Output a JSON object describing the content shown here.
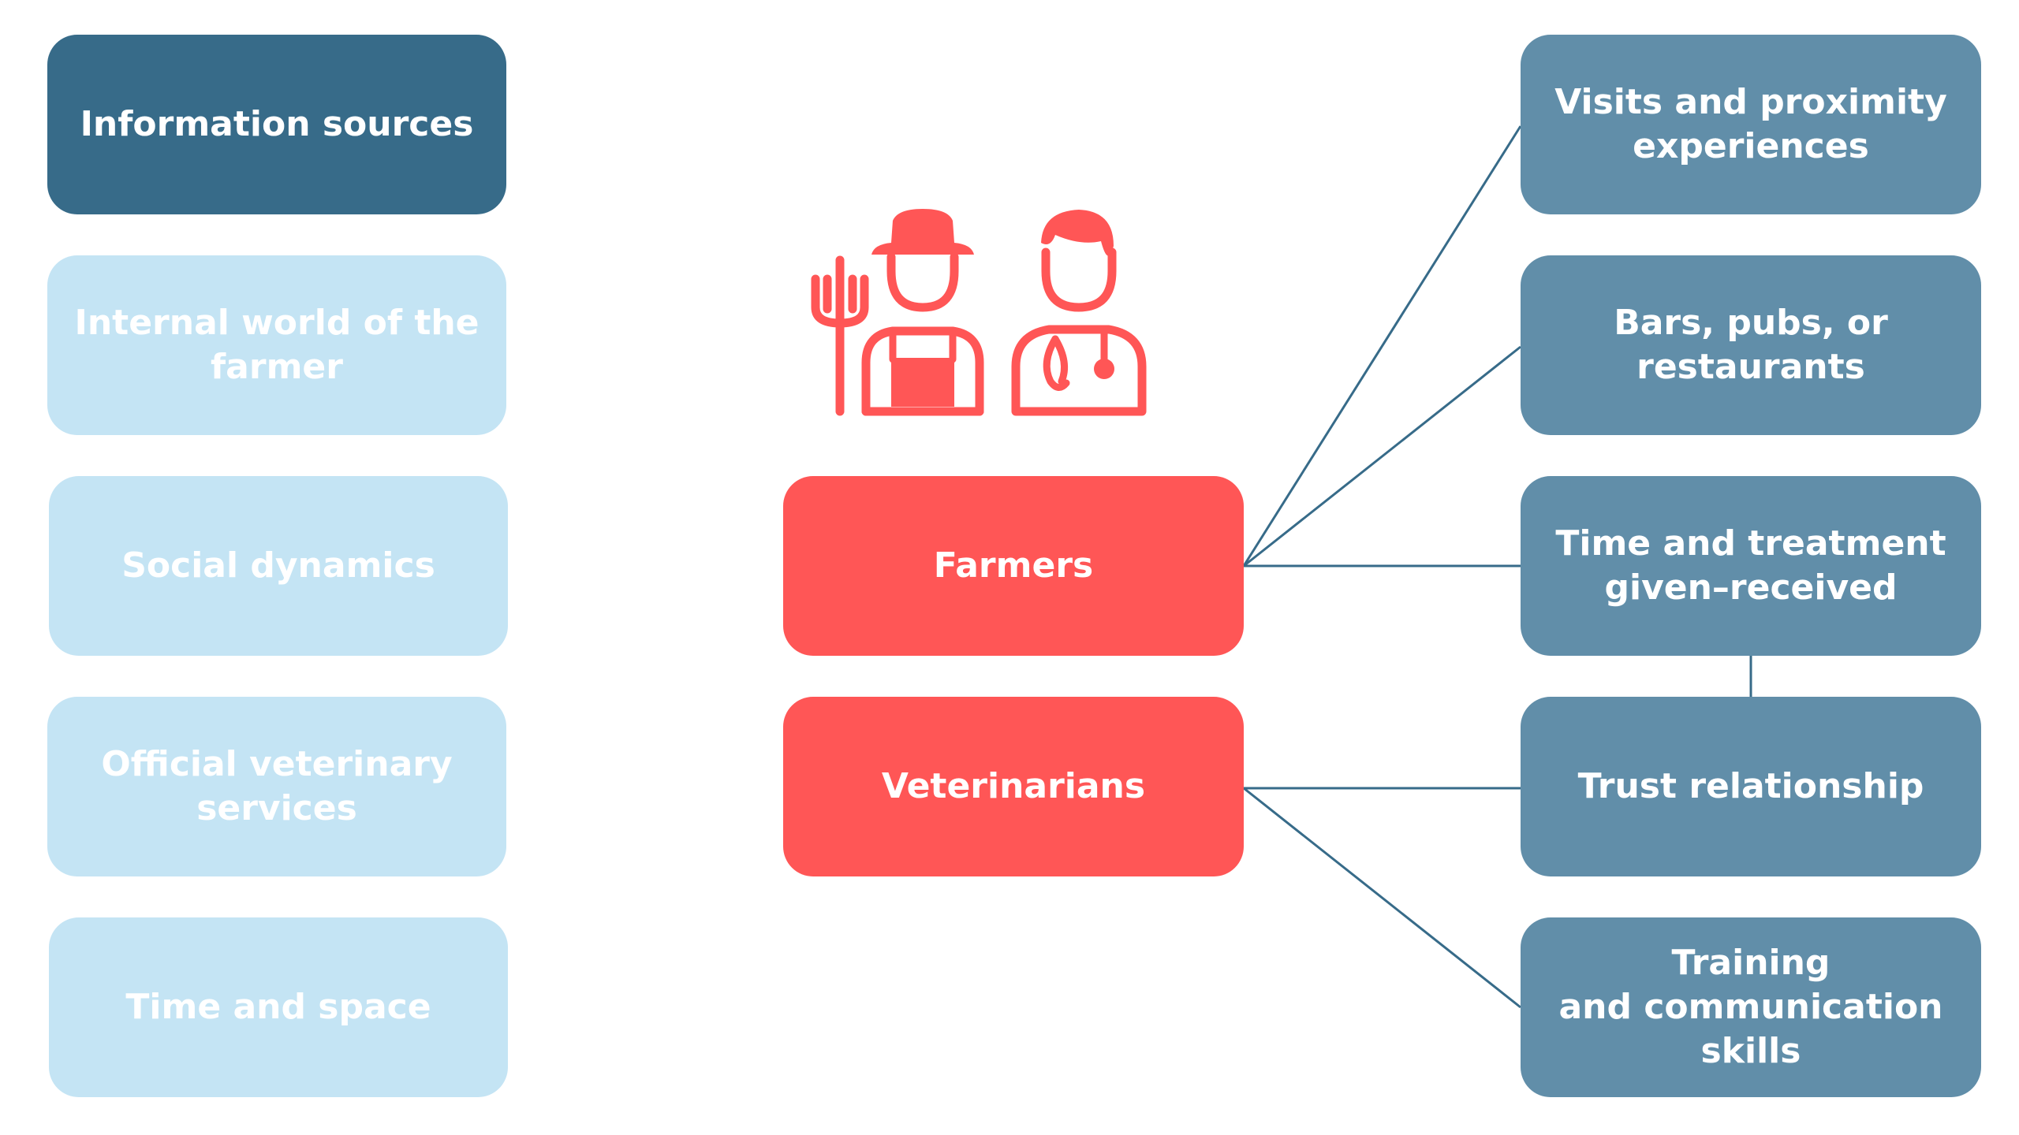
{
  "left": {
    "header": "Information sources",
    "items": [
      "Internal world of the\nfarmer",
      "Social dynamics",
      "Official veterinary\nservices",
      "Time and space"
    ]
  },
  "center": {
    "items": [
      "Farmers",
      "Veterinarians"
    ]
  },
  "right": {
    "items": [
      "Visits and proximity\nexperiences",
      "Bars, pubs, or\nrestaurants",
      "Time and treatment\ngiven–received",
      "Trust relationship",
      "Training\nand communication\nskills"
    ]
  },
  "icon": {
    "name": "farmer-and-veterinarian-icon",
    "color": "#ff5656"
  },
  "colors": {
    "left_header": "#376b89",
    "left_items": "#c4e4f4",
    "center": "#ff5656",
    "right": "#618ea9",
    "connector": "#376b89"
  }
}
